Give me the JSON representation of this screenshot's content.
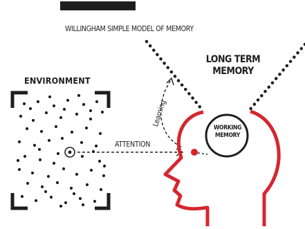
{
  "diagram": {
    "title": "WILLINGHAM SIMPLE MODEL OF MEMORY",
    "environment_label": "ENVIRONMENT",
    "long_term_memory_label": "LONG TERM\nMEMORY",
    "attention_label": "ATTENTION",
    "learning_label": "Learning",
    "working_memory_label": "WORKING\nMEMORY"
  },
  "colors": {
    "ink": "#1e1e1e",
    "accent_red": "#d6262f",
    "background": "#ffffff"
  }
}
